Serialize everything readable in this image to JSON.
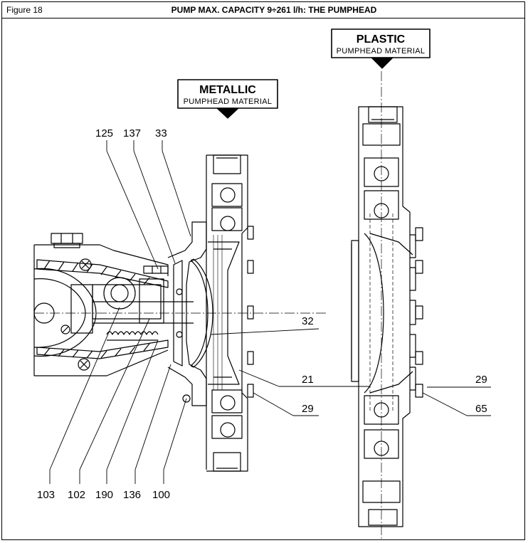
{
  "header": {
    "figure_label": "Figure 18",
    "title": "PUMP MAX. CAPACITY 9÷261 l/h: THE PUMPHEAD"
  },
  "callouts": {
    "metallic": {
      "title": "METALLIC",
      "subtitle": "PUMPHEAD MATERIAL"
    },
    "plastic": {
      "title": "PLASTIC",
      "subtitle": "PUMPHEAD MATERIAL"
    }
  },
  "part_numbers": {
    "p125": "125",
    "p137": "137",
    "p33": "33",
    "p32": "32",
    "p21": "21",
    "p29_left": "29",
    "p29_right": "29",
    "p65": "65",
    "p103": "103",
    "p102": "102",
    "p190": "190",
    "p136": "136",
    "p100": "100"
  }
}
